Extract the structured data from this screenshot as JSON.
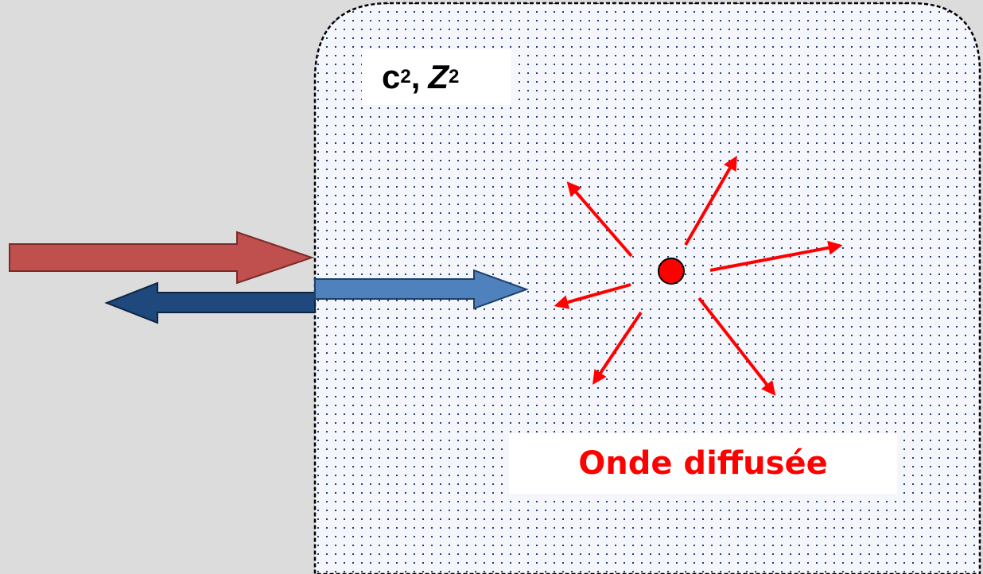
{
  "medium": {
    "speed_symbol": "c",
    "speed_subscript": "2",
    "separator": ",",
    "impedance_symbol": "Z",
    "impedance_subscript": "2",
    "fill_color": "#f4f6fb",
    "dot_color": "#1f3f7a",
    "border_color": "#000000"
  },
  "scattered_wave": {
    "label": "Onde diffusée",
    "color": "#ff0000",
    "scatterer_color": "#ff0000"
  },
  "incident_wave": {
    "color": "#c0504d",
    "stroke": "#7a2a28"
  },
  "reflected_wave": {
    "color": "#1f497d",
    "stroke": "#0e2440"
  },
  "transmitted_wave": {
    "color": "#4f81bd",
    "stroke": "#1f3f6a"
  },
  "background_color": "#dcdcdc"
}
